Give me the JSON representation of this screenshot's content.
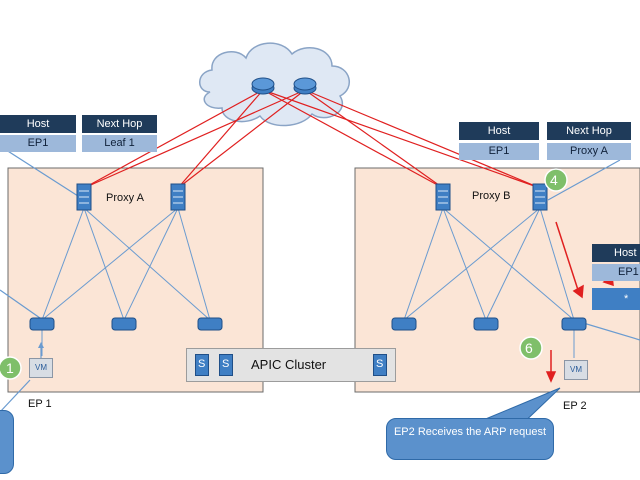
{
  "table_left": {
    "header_host": "Host",
    "header_next_hop": "Next Hop",
    "host": "EP1",
    "next_hop": "Leaf 1"
  },
  "table_right": {
    "header_host": "Host",
    "header_next_hop": "Next Hop",
    "host": "EP1",
    "next_hop": "Proxy A"
  },
  "table_edge": {
    "header_host": "Host",
    "host": "EP1",
    "next_hop": "*"
  },
  "spine_label_left": "Proxy A",
  "spine_label_right": "Proxy B",
  "apic_label": "APIC Cluster",
  "ep1_label": "EP 1",
  "ep2_label": "EP 2",
  "vm_label": "VM",
  "step_4": "4",
  "step_6": "6",
  "step_1": "1",
  "callout_text": "EP2 Receives the ARP request",
  "colors": {
    "pod_fill": "#fbe5d6",
    "link_blue": "#6a9bd0",
    "link_red": "#e02020",
    "step_green": "#7fbf6a"
  }
}
